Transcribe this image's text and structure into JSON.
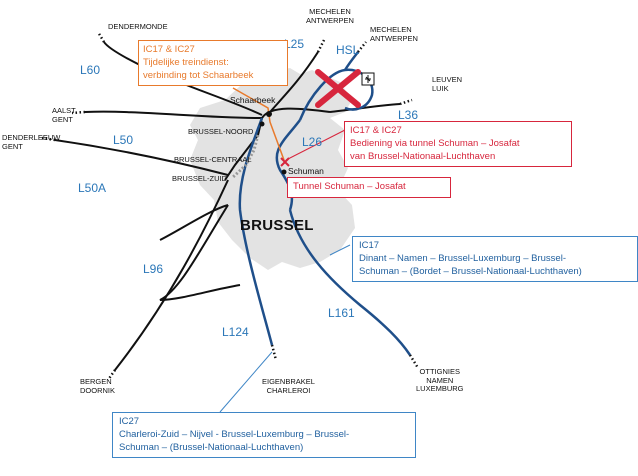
{
  "map": {
    "city_label": "BRUSSEL",
    "destinations": {
      "dendermonde": [
        "DENDERMONDE"
      ],
      "mechelen_left": [
        "MECHELEN",
        "ANTWERPEN"
      ],
      "mechelen_right": [
        "MECHELEN",
        "ANTWERPEN"
      ],
      "leuven": [
        "LEUVEN",
        "LUIK"
      ],
      "aalst": [
        "AALST",
        "GENT"
      ],
      "denderleeuw": [
        "DENDERLEEUW",
        "GENT"
      ],
      "bergen": [
        "BERGEN",
        "DOORNIK"
      ],
      "eigenbrakel": [
        "EIGENBRAKEL",
        "CHARLEROI"
      ],
      "ottignies": [
        "OTTIGNIES",
        "NAMEN",
        "LUXEMBURG"
      ]
    },
    "stations": {
      "schaarbeek": "Schaarbeek",
      "noord": "BRUSSEL-NOORD",
      "centraal": "BRUSSEL-CENTRAAL",
      "zuid": "BRUSSEL-ZUID",
      "schuman": "Schuman"
    },
    "line_numbers": {
      "l60": "L60",
      "l25": "L25",
      "hsl": "HSL",
      "l50": "L50",
      "l26": "L26",
      "l36": "L36",
      "l50a": "L50A",
      "l96": "L96",
      "l124": "L124",
      "l161": "L161"
    },
    "colors": {
      "line_blue": "#1f4f8a",
      "line_black": "#111111",
      "orange": "#e87a2c",
      "red": "#d7263d",
      "box_blue": "#3f86c6",
      "city_area": "#e3e3e3"
    }
  },
  "callouts": {
    "orange": [
      "IC17 & IC27",
      "Tijdelijke treindienst:",
      "verbinding tot Schaarbeek"
    ],
    "red_service": [
      "IC17 & IC27",
      "Bediening  via tunnel Schuman – Josafat",
      "van Brussel-Nationaal-Luchthaven"
    ],
    "red_tunnel": "Tunnel Schuman – Josafat",
    "ic17": [
      "IC17",
      "Dinant – Namen – Brussel-Luxemburg – Brussel-",
      "Schuman – (Bordet – Brussel-Nationaal-Luchthaven)"
    ],
    "ic27": [
      "IC27",
      "Charleroi-Zuid – Nijvel - Brussel-Luxemburg – Brussel-",
      "Schuman – (Brussel-Nationaal-Luchthaven)"
    ]
  }
}
